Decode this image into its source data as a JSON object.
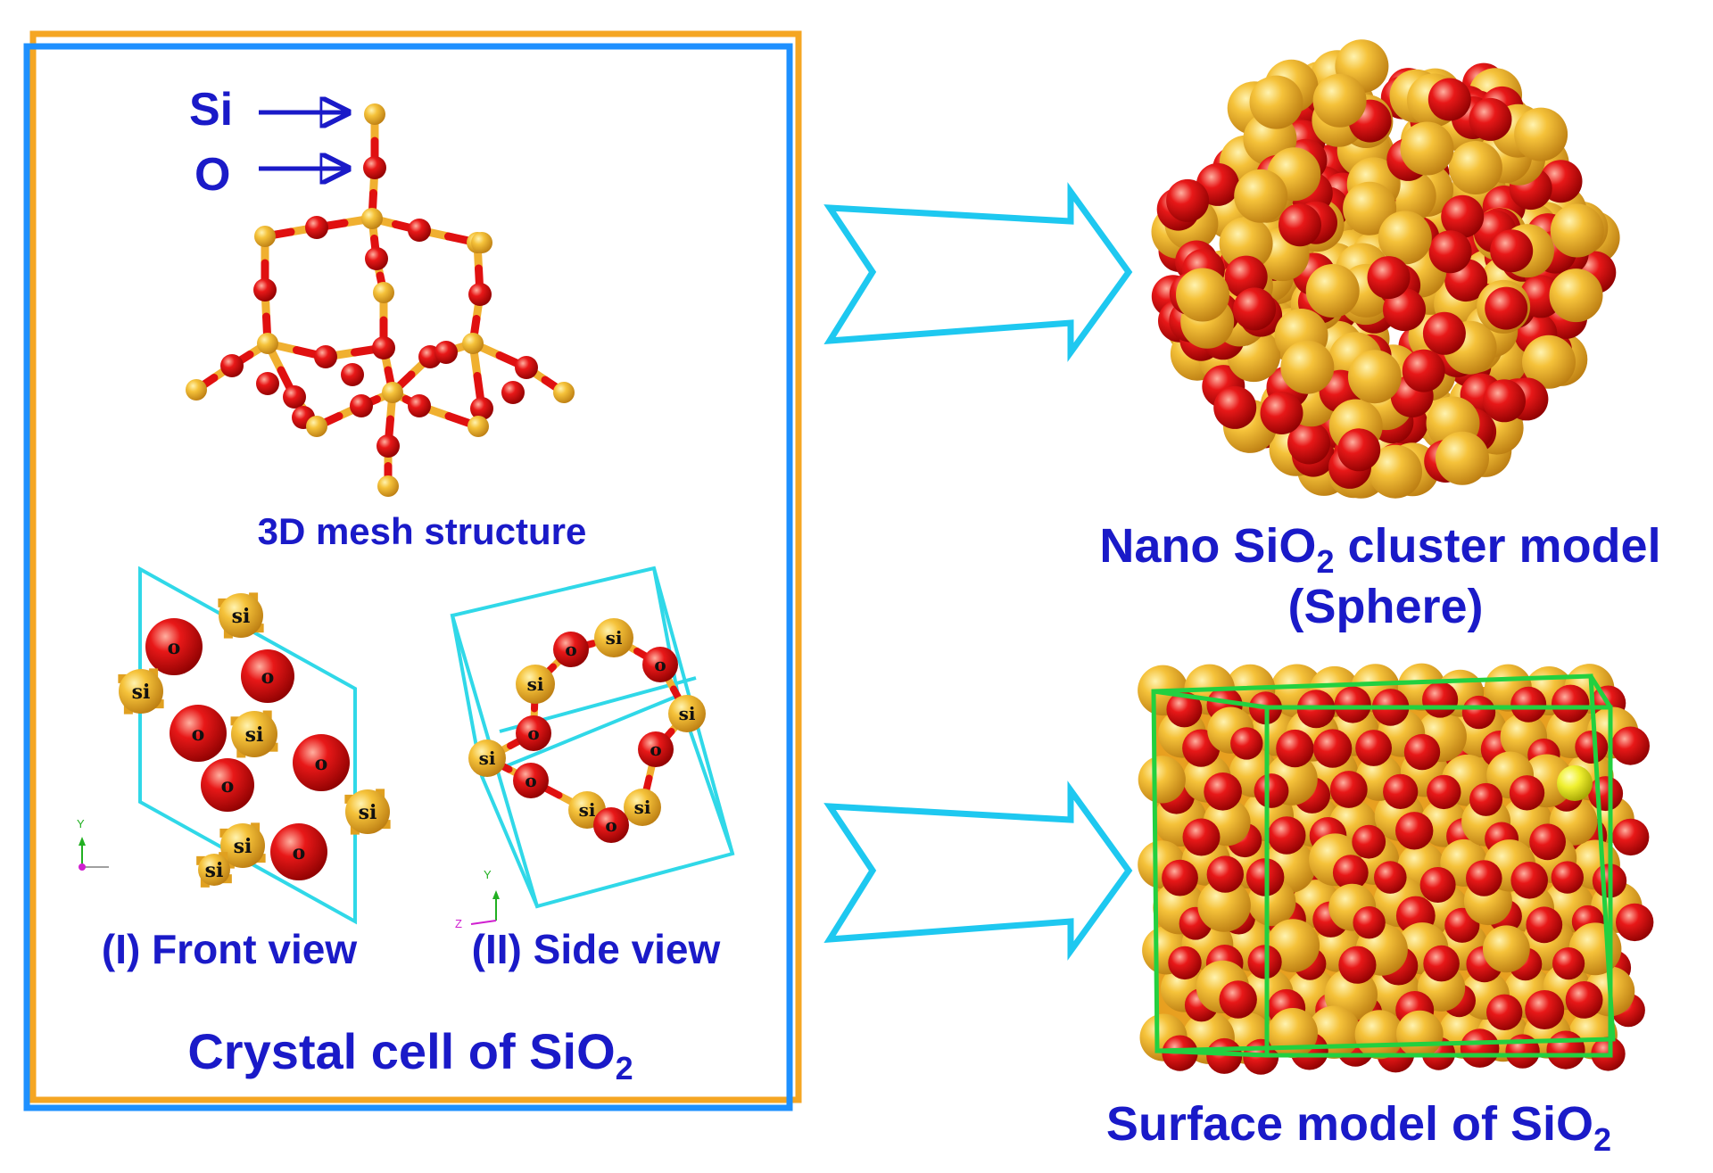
{
  "crystal_cell": {
    "si_marker": "Si",
    "o_marker": "O",
    "mesh_caption": "3D mesh structure",
    "front_view_caption": "(I) Front view",
    "side_view_caption": "(II) Side view",
    "title_prefix": "Crystal cell of SiO",
    "title_sub": "2",
    "atom_si_label": "si",
    "atom_o_label": "o",
    "axis_y": "Y",
    "axis_z": "Z"
  },
  "nano_cluster": {
    "caption_prefix": "Nano SiO",
    "caption_sub": "2",
    "caption_suffix": " cluster model",
    "caption_line2": "(Sphere)"
  },
  "surface_model": {
    "caption_prefix": "Surface model of SiO",
    "caption_sub": "2"
  },
  "colors": {
    "silicon": "#F0B030",
    "oxygen": "#E01010",
    "label_blue": "#1a1ac8",
    "frame_orange": "#F5A623",
    "frame_blue": "#1E90FF",
    "arrow_cyan": "#1EC8F0",
    "cell_cyan": "#30D8E8",
    "box_green": "#22D040"
  }
}
